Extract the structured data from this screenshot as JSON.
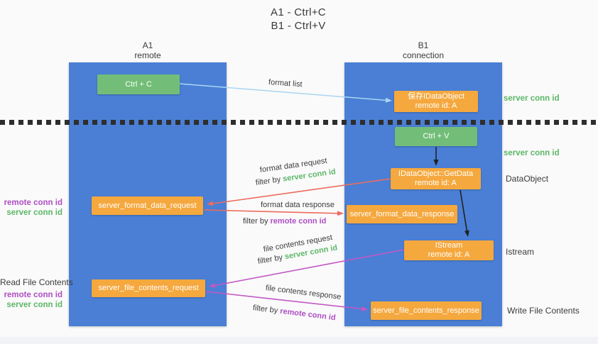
{
  "title": {
    "line1": "A1 - Ctrl+C",
    "line2": "B1 - Ctrl+V"
  },
  "columns": {
    "a": {
      "name": "A1",
      "subtitle": "remote"
    },
    "b": {
      "name": "B1",
      "subtitle": "connection"
    }
  },
  "nodes": {
    "ctrl_c": {
      "label": "Ctrl + C"
    },
    "ctrl_v": {
      "label": "Ctrl + V"
    },
    "save_dataobject": {
      "line1": "保存IDataObject",
      "line2": "remote id: A"
    },
    "getdata": {
      "line1": "IDataObject::GetData",
      "line2": "remote id: A"
    },
    "istream": {
      "line1": "IStream",
      "line2": "remote id: A"
    },
    "server_format_data_request": {
      "label": "server_format_data_request"
    },
    "server_format_data_response": {
      "label": "server_format_data_response"
    },
    "server_file_contents_request": {
      "label": "server_file_contents_request"
    },
    "server_file_contents_response": {
      "label": "server_file_contents_response"
    }
  },
  "annotations": {
    "server_conn_id_top": "server conn id",
    "server_conn_id_mid": "server conn id",
    "dataobject": "DataObject",
    "istream": "Istream",
    "read_file_contents": "Read File Contents",
    "write_file_contents": "Write File Contents",
    "left_request": {
      "remote_conn_id": "remote conn id",
      "server_conn_id": "server conn id"
    },
    "left_file": {
      "remote_conn_id": "remote conn id",
      "server_conn_id": "server conn id"
    }
  },
  "edges": {
    "format_list": {
      "label": "format list"
    },
    "format_data_request": {
      "label": "format data request",
      "filter_prefix": "filter by",
      "filter_key": "server conn id"
    },
    "format_data_response": {
      "label": "format data response",
      "filter_prefix": "filter by",
      "filter_key": "remote conn id"
    },
    "file_contents_request": {
      "label": "file contents request",
      "filter_prefix": "filter by",
      "filter_key": "server conn id"
    },
    "file_contents_response": {
      "label": "file contents response",
      "filter_prefix": "filter by",
      "filter_key": "remote conn id"
    }
  },
  "colors": {
    "column_blue": "#4a7fd5",
    "node_green": "#72be78",
    "node_orange": "#f5a83e",
    "arrow_light_blue": "#a9d5f3",
    "arrow_red": "#ed6b5f",
    "arrow_magenta": "#c258c4",
    "arrow_black": "#212121",
    "text_green": "#5cb767",
    "text_purple": "#ae4ec4",
    "text_dark": "#3b3b3b",
    "background": "#fafafa"
  }
}
